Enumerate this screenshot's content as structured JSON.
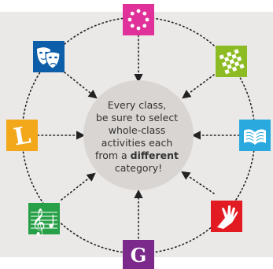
{
  "center_message": {
    "line1": "Every class,",
    "line2": "be sure to select",
    "line3": "whole-class",
    "line4": "activities each",
    "line5_pre": "from a ",
    "line5_bold": "different",
    "line6": "category!"
  },
  "categories": [
    {
      "icon": "dots-circle-icon",
      "color": "#e0309a"
    },
    {
      "icon": "grid-pattern-icon",
      "color": "#8dbb24"
    },
    {
      "icon": "open-book-icon",
      "color": "#2aa9df"
    },
    {
      "icon": "hand-icon",
      "color": "#e21b22"
    },
    {
      "icon": "letter-g-icon",
      "color": "#7b2a8c",
      "label": "G"
    },
    {
      "icon": "music-staff-icon",
      "color": "#27a048"
    },
    {
      "icon": "letter-l-icon",
      "color": "#f2a81a",
      "label": "L"
    },
    {
      "icon": "theater-masks-icon",
      "color": "#0d5ea8"
    }
  ],
  "colors": {
    "page_background": "#ebe9e8",
    "center_fill": "#d9d5d2",
    "dotted_line": "#222222"
  }
}
